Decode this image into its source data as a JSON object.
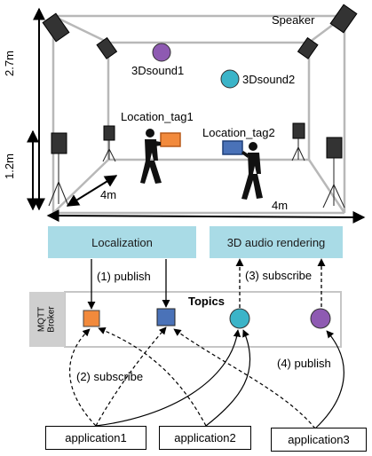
{
  "room": {
    "speaker_label": "Speaker",
    "sources": [
      {
        "label": "3Dsound1",
        "color": "#8e5ab2"
      },
      {
        "label": "3Dsound2",
        "color": "#3bb4c8"
      }
    ],
    "tags": [
      {
        "label": "Location_tag1",
        "color": "#f28a3c"
      },
      {
        "label": "Location_tag2",
        "color": "#4a72b8"
      }
    ],
    "dims": {
      "height_full": "2.7m",
      "height_speaker": "1.2m",
      "depth": "4m",
      "width": "4m"
    }
  },
  "pipeline": {
    "localization_label": "Localization",
    "rendering_label": "3D audio rendering",
    "broker_label": [
      "MQTT",
      "Broker"
    ],
    "topics_label": "Topics",
    "steps": {
      "publish1": "(1) publish",
      "subscribe2": "(2) subscribe",
      "subscribe3": "(3) subscribe",
      "publish4": "(4) publish"
    },
    "applications": [
      "application1",
      "application2",
      "application3"
    ]
  },
  "colors": {
    "cyan_box": "#a9dbe6",
    "broker_gray": "#cfcfcf",
    "room_edge": "#b8b8b8"
  }
}
